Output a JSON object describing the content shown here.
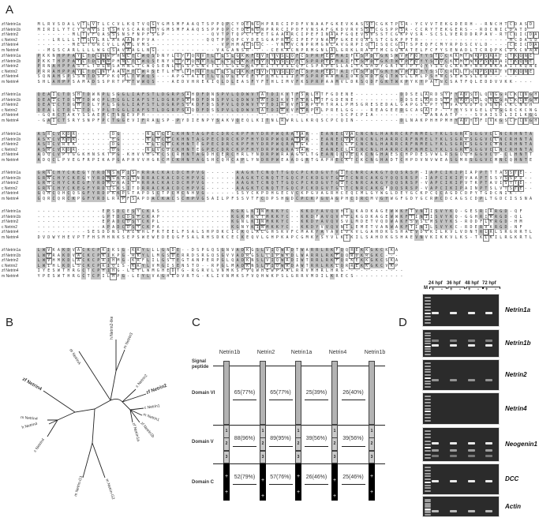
{
  "panels": {
    "a": "A",
    "b": "B",
    "c": "C",
    "d": "D"
  },
  "alignment": {
    "row_labels": [
      "zf Netrin1a",
      "zf Netrin1b",
      "zf Netrin2",
      "c Netrin2",
      "zf Netrin4",
      "m Netrin4"
    ],
    "blocks": [
      [
        "MLRVSDALVTLVTLCCVLKQTVQGYGMSMFAAQTSPPQPCYDENGHPRRCIPDFVNAAFGKEVKASSTCGKTPSR-YCVVTEKGDERH--RNCHTCDASD",
        "MIRILYTCYSMVSITSMVSCAROGYGMSMFAAQSSPPQPCYDENGNPRRCIPDFVNSAFGKDVRVSSTCGSPPSR-CCRYTEKGERS--RDCNICDATD",
        "-------MLTVFQASSSNSFNPFSGP---------QVTPTQPCYEETGAARRCIPEFINAAFGQEVSVSSTCGKPVSR-SCSLVERDDRPAV-RTCQICDASD",
        "---LRLLLTTSVLRLARAANPPVA----------QQTPPQPCYDESGAPRRCIPEFVNAAFGKEVQASSTCGKPPTR------------------HCDASD",
        "-------MELTGRCVLLAALVMS--------------VPHMAESGC--YNRVCNPRMGNLAVGRPIQTISQCGSTSPEQFCMYRPDSCVLD----CEICDASV",
        "--MGSCARLLLLWGCSAVAAGLNG------------VAGANSR----CEKACNPRMGNLALGRKLRADTMCGQNATELFCFYSENADLTCRQPKCDKCNAAH"
      ],
      [
        "PKKNHPPAYLTDLNNPHNLTCWQSDNYLQYPQNVTLTLSLGKKFEVTYVSLQFCSPRPESMAIFKSMDYGKSWVPFQYYSTQCKKMYNKPSKATITKQNE",
        "PKKTHPPAYLTDLNNPHNLTCWQSENYVQYPQNVTLTLSLGKKFEVTYVSLQFCSPRPESMAIFKSMDYGKTWVPFQYYSTQCKKMYNKPSKAAITKQNE",
        "PRNAHPPASYLTDLNSAHNLTCWQSENLQSSPLNVTLTLSLGKKFEITYVSLQFCSPRPESLAIYKSMDYGRTWTPYQYYSSQCRRMYNRPNKAAITKQNE",
        "PRRAHPPAYLTDLNTAANMTCWRSETLHHLPHNVTLTLSLGKKFEVVYVSLQFCSPRPESTAIYKSMDYGKTWVPFQYYSSQCRKLYGKPSKATVTKQNE",
        "SQNAHSPSSNTDSPPKQPLTWWQS---APGTAIETLQLDLEVEFYFTHLIIIFMSPRPAAMAIDRSRDFGQTWSLLMLPSHNCSEWSSLED------",
        "SHLAHPPSAMADSSPRTPRTWWQS---AEDVHREKIQLDLEASFYFTHLIMVFKSPRPAAMVLDRSQDFGKTWKPYKYPATNCSATFQLEDDVVKK----"
      ],
      [
        "QEAICTDSHTDWNPLSGGLIAFSTLDGRPSAHDFDNSPVLQDWVTATDIKVTFSRLHTFGDENE---------DDSELARDSYFYAVSDLQVGGRCKCNGH",
        "QEAICTDSHTDWQPLTGGLIAFSTLDGRPSAHDFDNSPVLQDWVTATDIKVTFNRLHTFGDENE---------DDSELARDSYFYAVSDLQVGGRCKCNGH",
        "QEALCTDGHTDLYPLSGGLIAFSTLDGRPSGKDFDSSPVLQDWVTVTDIRVVFSRPQHTRALPMSGRESEDALGAPGSLPTYYVAVGDFQVGGRCKCNGH",
        "QEALCTDGLTDLYPLTGGLIAFSTLDGRPSAQDFDSSPVLQDWVTATDIRVVFSRPHLPRELGG---REAGEEDGCAGATP--YYYSVGELQVGGRCKCNGH",
        "-GQRCTAKYSSAEPCTNGEVPH---------------------------------------SCPCPIA----------DANAATP---SVAISDLIILKGGCLCHGH",
        "-GAICTSRYSNPFPCTGGEVIFRALSP-PYDIENPYSAKVQEQLKITNLRWRLLKRQSCPCQIN---------DLNAKPHHPMHYAVYDFIVKGSCFCNGH"
      ],
      [
        "ASRCVKDR-------DG-----NLVCECKHNTAGPECDRCKPFHYDRPWQRATAR--EANECVACNCNLHARRCRFNMELYKLSGRKSGGVCLNCRHNTA",
        "ASKCVKDR-------EG-----NLVCECKHNTAGPECDRCKPFHYDRPWQRATAR--EANECVACNCNLHARRCRFNMELYKLSGRRSGGVCLNCRHNTA",
        "ASRCVREK-------DG-----KLLCECKHNTEGPECDRCKPFHYDRPWQRATGK--EANECLPCNCNLHARRCRFNMELYKLSGRKSGGVCMNCRHNTA",
        "ASRCVKDR-------DG-----NLVCDCKHNTEGPECDRCKPFHYDRPWQRASAR--EANECLACNCNLHARRCRFNMELYKLSGRKSGGVCLNCRHNTA",
        "ADQCVPTGGKHNSKTPG-KHVVHGKCSCRHNTAGDHCERCHRLYNDRPWRAAGGLTGEANQCVECKCNGHAESCHPDESVWLRSGQQHGGVCD-CLHNTT",
        "ADQCLPVEGFRPIKAPGAPHVVHGRCMCKHNTAGSHCQHCAPLYNDRPWEAADGRTGAPHECKTCKCNGHADTCHPDVNVWEASGMRSGGVCMNCQHNTE"
      ],
      [
        "GRNCHYCKEGYYRDMSKPISHRRACKACDCHPVG------AAGKTCNQTTGQCPCKDGVTGITCNRCAKGYQQSRSP-IAPCIKIPIAPPTTTASSTE--",
        "GRNCHYCKEGYYRDMSKAISNRRACKACDCHPVG------AAGKTCNQTTGQCPCKDGVTGITCNRCAKGYQQSRSP-IAPCIKIPVAAPTSSYSSPD--",
        "GRHCHYCKEGFYRDMGKAITHRRACKACDCHPVG------AAGKTCNQTTGQCPCKDGVTGITCNRCAKGYQQSRSP-VAPCIKIPVTKPTAVISTTE--",
        "GRNCHYCKEGFYRDLSKSITDRRACKACDCHPVG------AAGKTCNQTTGQCPCKDGVTGLTCNRCAKGFQQSRSP-VAPCIKIPAINPTSLVTSTE--",
        "GQHCQHCQSGFYRDPKKPSTAPDSCTPCMCNHVG------SSYCKPDHGECVCKPGVAGRHCEQCMLGYWGLDEYGCKPCQCAGDCDPYTGDCNIK--",
        "GQRCQRCKPGFYRDLRRPFSAPDACKACSCHPVGSAILPFSSVTFCDPSHGDCPCKPGVAGPHCDRCMVGYWGFGDYGCRPCDCAGSCDPLTGDCISSNA"
      ],
      [
        "-------------EPSDCESYCKAS--------------KGKLKINMKKYC--KKDYAVQVHILKADKAGEWWKFTVNIISVYKQ-GESRIRRGD-QF",
        "-------------GPTDCDSHCKAP--------------KGKMKVTMKKYC--KKDFAVQVHVLKGDKAGEWWKFTINIISVYKQ-GGHRIRRGD-QL",
        "-------------EPADCDSYCKPL--------------KGNLKINMKKYC--KKDYAVQVSVLMDETVQDWAKFSVSLMSVYKS-RODFLKRGD-HM",
        "-------------APADCDSYCKPA--------------KGNYKINMKKYC--KKDYVVQVNILEMETVANWAKFTINILSVYKC-RDERVKRGD-NF",
        "----------SESDDNSTAENHLFRTEELFSALSHPDKCICKQLALGHSKVFCMAKYAYAVEVKVLGAHDKGSHAEVDVKILKVLVDNTRLRLSRGRRTL",
        "DVDWYHEVPTFHSMHNKSEPSWEWEDEQGFSALRHSDKCECKEQVLGHPKAPCGMKYSYVLKIKILSAHDKGSHAEVNVKIKKVLKS-TKLKILRGKRTL"
      ],
      [
        "LWVKAKDVACKCPKIKSG-KKYLLLGNDE--DSPGQSGNVADKGSLVIQWRDTWARRLRKFQQREKKGKCKKA",
        "LWVRAKDVACKCPKIKPG-RKYLLMGSDERRDSRGQSGVVADRGSLLIPWKDLWARRLRKFQQRDKRGKC---",
        "LWVHMKDLACKCPRIHMG-KRFLILGSTEGTANPERPGLQADKNSLVIQWRDIWTRRLRKFQRKEKKGKCSKA",
        "LWIHLKDLSCKCPKIQIS-KKYLVMGISENSTD--RPGLMADKNSLVIQWRDAWTRRLRKLQRREKKGKCVKP",
        "IYESWTHRGCTCPHIHG-LEYLWMGHEDTG-RGRVLVNMKSFVQWHEWPAALRRVMHRLHRG------------",
        "YPESWTHRGCTCPILHPG-LEYLVAGHEDVRTG-KLIVNMKSFVQHWKPSLGRRVMDILKRECS----------"
      ]
    ]
  },
  "tree": {
    "leaves": [
      "dr NetrinA",
      "h Netrin2-like",
      "m Netrin3",
      "c Netrin2",
      "zf Netrin2",
      "c Netrin1",
      "m Netrin1",
      "zf Netrin1b",
      "zf Netrin1a",
      "m Netrin-G2",
      "m Netrin-G1",
      "c Netrin4",
      "h Netrin4",
      "m Netrin4",
      "zf Netrin4"
    ]
  },
  "domains": {
    "columns": [
      "Netrin1b",
      "Netrin2",
      "Netrin1a",
      "Netrin4",
      "Netrin1b"
    ],
    "rows": [
      "Signal peptide",
      "Domain VI",
      "Domain V",
      "Domain C"
    ],
    "sub_units": [
      "1",
      "2",
      "3"
    ],
    "plus": "+",
    "identity": {
      "domain_vi": [
        "65(77%)",
        "65(77%)",
        "25(39%)",
        "26(40%)"
      ],
      "domain_v": [
        "88(96%)",
        "89(95%)",
        "39(56%)",
        "39(56%)"
      ],
      "domain_c": [
        "52(79%)",
        "57(76%)",
        "26(46%)",
        "25(46%)"
      ]
    }
  },
  "gel": {
    "marker": "M",
    "timepoints": [
      "24 hpf",
      "36 hpf",
      "48 hpf",
      "72 hpf"
    ],
    "lane_signs": [
      "+",
      "-"
    ],
    "genes": [
      "Netrin1a",
      "Netrin1b",
      "Netrin2",
      "Netrin4",
      "Neogenin1",
      "DCC",
      "Actin"
    ]
  }
}
